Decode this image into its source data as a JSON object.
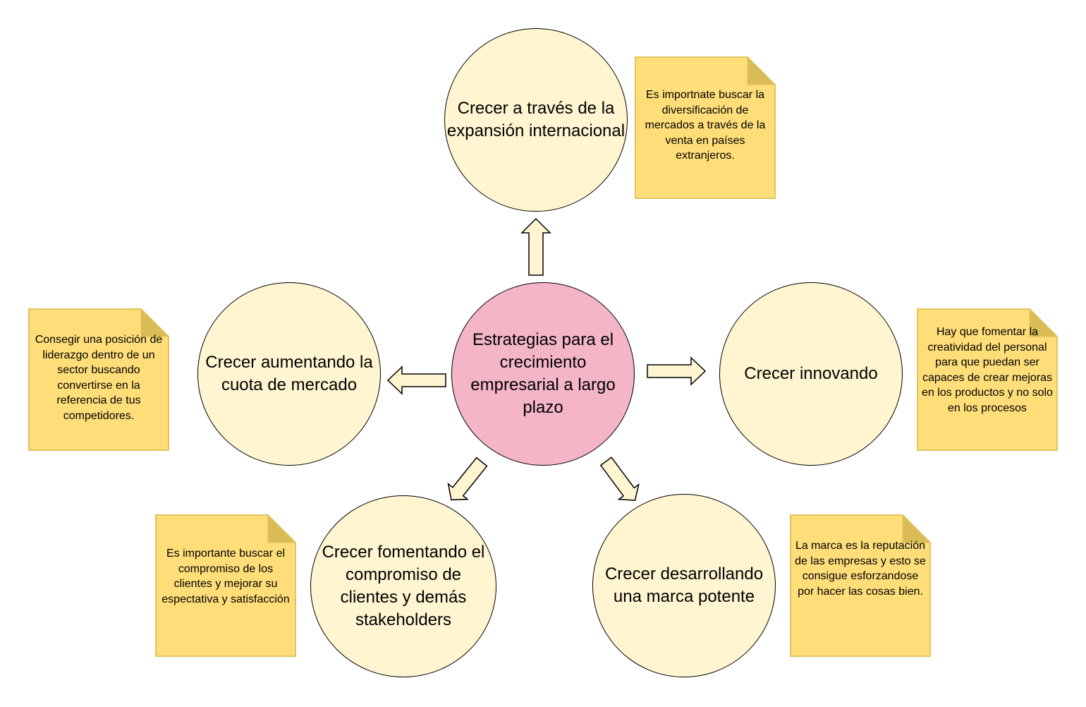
{
  "colors": {
    "center_fill": "#f4b5c7",
    "circle_fill": "#fff5d1",
    "note_fill": "#ffde7a",
    "note_fold": "#d9bc55",
    "note_border": "#e3c35c",
    "arrow_fill": "#fff5d1",
    "stroke": "#000000"
  },
  "center": {
    "label": "Estrategias para el crecimiento empresarial a largo plazo"
  },
  "strategies": {
    "top": {
      "label": "Crecer a través de la expansión internacional"
    },
    "left": {
      "label": "Crecer aumentando la cuota de mercado"
    },
    "right": {
      "label": "Crecer innovando"
    },
    "bottom_left": {
      "label": "Crecer fomentando el compromiso de clientes y demás stakeholders"
    },
    "bottom_right": {
      "label": "Crecer desarrollando una marca potente"
    }
  },
  "notes": {
    "top": {
      "text": "Es importnate buscar la diversificación de mercados a través de la venta en países extranjeros."
    },
    "left": {
      "text": "Consegir una posición de liderazgo dentro de un sector buscando convertirse en la referencia de tus competidores."
    },
    "right": {
      "text": "Hay que fomentar la creatividad del personal para que puedan ser capaces de crear mejoras en los productos y no solo en los procesos"
    },
    "bottom_left": {
      "text": "Es importante buscar el compromiso de los clientes y mejorar su espectativa y satisfacción"
    },
    "bottom_right": {
      "text": "La marca es la reputación de las empresas y esto se consigue esforzandose por hacer las cosas bien."
    }
  }
}
